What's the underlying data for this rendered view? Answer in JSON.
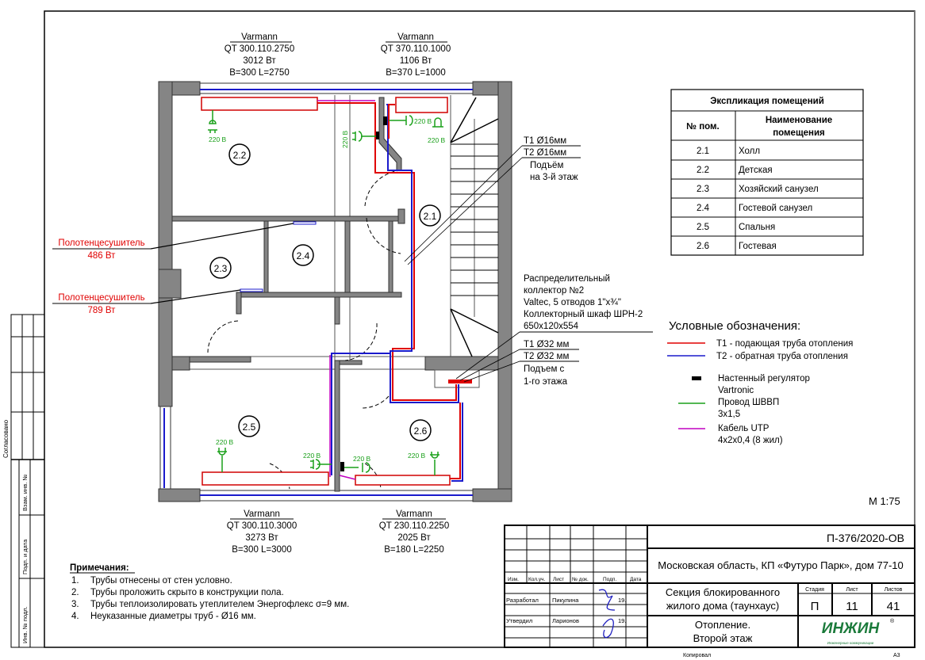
{
  "radiators": [
    {
      "brand": "Varmann",
      "model": "QT 300.110.2750",
      "power": "3012 Вт",
      "size": "B=300 L=2750"
    },
    {
      "brand": "Varmann",
      "model": "QT 370.110.1000",
      "power": "1106 Вт",
      "size": "B=370 L=1000"
    },
    {
      "brand": "Varmann",
      "model": "QT 300.110.3000",
      "power": "3273 Вт",
      "size": "B=300 L=3000"
    },
    {
      "brand": "Varmann",
      "model": "QT 230.110.2250",
      "power": "2025 Вт",
      "size": "B=180 L=2250"
    }
  ],
  "rooms": [
    "2.1",
    "2.2",
    "2.3",
    "2.4",
    "2.5",
    "2.6"
  ],
  "socket_label": "220 В",
  "towel_dryers": [
    {
      "label": "Полотенцесушитель",
      "power": "486 Вт"
    },
    {
      "label": "Полотенцесушитель",
      "power": "789 Вт"
    }
  ],
  "riser_top": {
    "t1": "T1 Ø16мм",
    "t2": "T2 Ø16мм",
    "line1": "Подъём",
    "line2": "на 3-й этаж"
  },
  "collector": {
    "lines": [
      "Распределительный",
      "коллектор №2",
      "Valtec, 5 отводов 1\"х¾\"",
      "Коллекторный шкаф ШРН-2",
      "650х120х554"
    ],
    "t1": "T1 Ø32 мм",
    "t2": "T2 Ø32 мм",
    "line1": "Подъем с",
    "line2": "1-го этажа"
  },
  "explication": {
    "title": "Экспликация помещений",
    "col_num": "№ пом.",
    "col_name_1": "Наименование",
    "col_name_2": "помещения",
    "rows": [
      {
        "num": "2.1",
        "name": "Холл"
      },
      {
        "num": "2.2",
        "name": "Детская"
      },
      {
        "num": "2.3",
        "name": "Хозяйский санузел"
      },
      {
        "num": "2.4",
        "name": "Гостевой санузел"
      },
      {
        "num": "2.5",
        "name": "Спальня"
      },
      {
        "num": "2.6",
        "name": "Гостевая"
      }
    ]
  },
  "legend": {
    "title": "Условные обозначения:",
    "t1": "T1 - подающая труба отопления",
    "t2": "T2 - обратная труба отопления",
    "reg1": "Настенный регулятор",
    "reg2": "Vartronic",
    "wire1": "Провод ШВВП",
    "wire2": "3х1,5",
    "utp1": "Кабель UTP",
    "utp2": "4х2х0,4 (8 жил)",
    "colors": {
      "t1": "#e00000",
      "t2": "#1a1acc",
      "wire": "#1aa01a",
      "utp": "#c000c0"
    }
  },
  "scale": "М 1:75",
  "notes": {
    "title": "Примечания:",
    "items": [
      {
        "n": "1.",
        "text": "Трубы отнесены от стен условно."
      },
      {
        "n": "2.",
        "text": "Трубы проложить скрыто в конструкции пола."
      },
      {
        "n": "3.",
        "text": "Трубы теплоизолировать утеплителем Энергофлекс σ=9 мм."
      },
      {
        "n": "4.",
        "text": "Неуказанные диаметры труб - Ø16 мм."
      }
    ]
  },
  "title_block": {
    "code": "П-376/2020-ОВ",
    "address": "Московская область, КП «Футуро Парк», дом 77-10",
    "object_1": "Секция блокированного",
    "object_2": "жилого дома (таунхаус)",
    "sheet_title_1": "Отопление.",
    "sheet_title_2": "Второй этаж",
    "stage_h": "Стадия",
    "sheet_h": "Лист",
    "sheets_h": "Листов",
    "stage": "П",
    "sheet": "11",
    "sheets": "41",
    "cols": [
      "Изм.",
      "Кол.уч.",
      "Лист",
      "№ док.",
      "Подп.",
      "Дата"
    ],
    "developed_role": "Разработал",
    "developed_name": "Пикулина",
    "developed_date": "19.",
    "approved_role": "Утвердил",
    "approved_name": "Ларионов",
    "approved_date": "19.",
    "logo": "ИНЖИН",
    "logo_sub": "Инженерные коммуникации",
    "copied": "Копировал",
    "format": "А3"
  },
  "side_stamp": {
    "agreed": "Согласовано",
    "inv_repl": "Взам. инв. №",
    "sign_date": "Подп. и дата",
    "inv_orig": "Инв. № подл."
  }
}
